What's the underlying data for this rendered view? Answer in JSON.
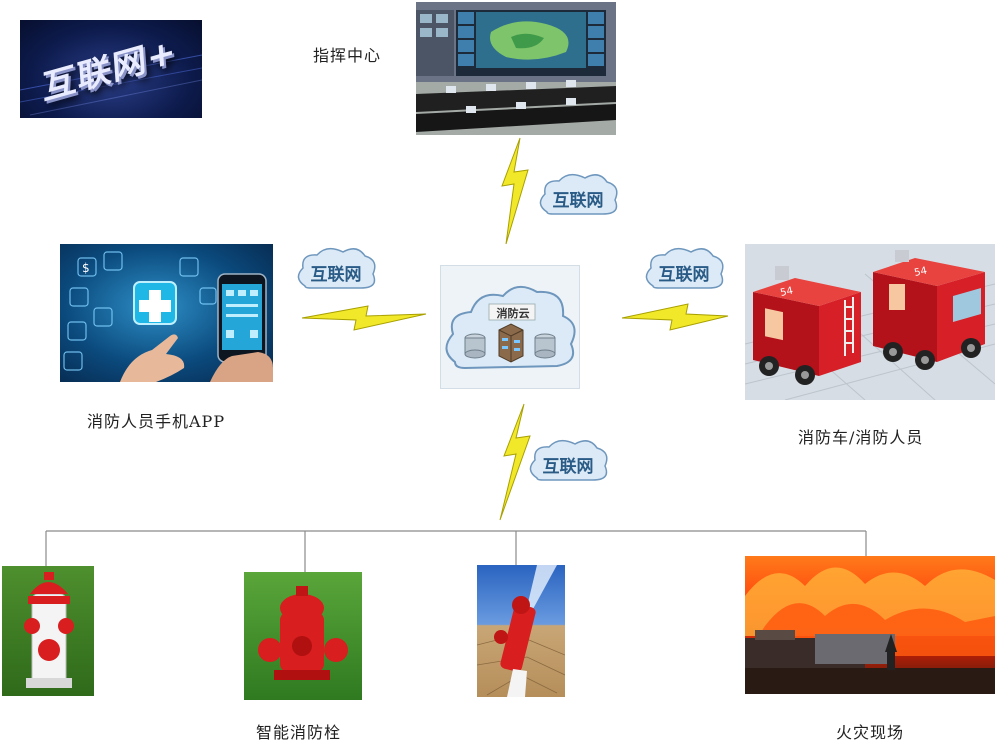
{
  "logo": {
    "text": "互联网+"
  },
  "nodes": {
    "command_center": {
      "label": "指挥中心"
    },
    "mobile_app": {
      "label": "消防人员手机APP"
    },
    "fire_trucks": {
      "label": "消防车/消防人员",
      "truck_number": "54"
    },
    "smart_hydrant": {
      "label": "智能消防栓"
    },
    "fire_scene": {
      "label": "火灾现场"
    },
    "fire_cloud": {
      "label": "消防云"
    }
  },
  "links": {
    "top": "互联网",
    "left": "互联网",
    "right": "互联网",
    "bottom": "互联网"
  },
  "colors": {
    "bolt": "#f2e82a",
    "bolt_stroke": "#a8a000",
    "cloud_fill": "#dbeaf6",
    "cloud_stroke": "#6f97bd",
    "hydrant_red": "#d81e1e",
    "tree_line": "#8a8a8a"
  }
}
